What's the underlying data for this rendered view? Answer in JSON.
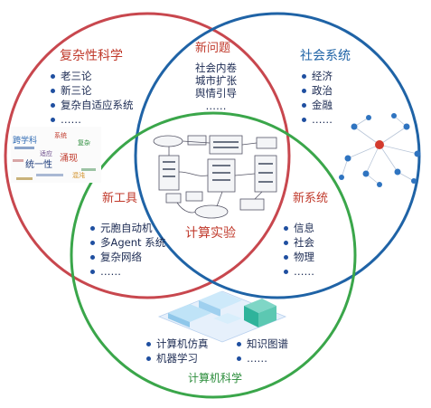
{
  "circles": {
    "complexity": {
      "title": "复杂性科学",
      "items": [
        "老三论",
        "新三论",
        "复杂自适应系统",
        "……"
      ],
      "color": "#c0392b"
    },
    "social": {
      "title": "社会系统",
      "items": [
        "经济",
        "政治",
        "金融",
        "……"
      ],
      "color": "#1f63a6"
    },
    "computer": {
      "title": "计算机科学",
      "items_col1": [
        "计算机仿真",
        "机器学习"
      ],
      "items_col2": [
        "知识图谱",
        "……"
      ],
      "color": "#2a8c3a"
    }
  },
  "overlaps": {
    "new_problems": {
      "title": "新问题",
      "items": [
        "社会内卷",
        "城市扩张",
        "舆情引导",
        "……"
      ]
    },
    "new_tools": {
      "title": "新工具",
      "items": [
        "元胞自动机",
        "多Agent 系统",
        "复杂网络",
        "……"
      ]
    },
    "new_systems": {
      "title": "新系统",
      "items": [
        "信息",
        "社会",
        "物理",
        "……"
      ]
    },
    "center": {
      "title": "计算实验"
    }
  },
  "wordcloud": {
    "words": [
      "跨学科",
      "涌现",
      "统一性",
      "复杂",
      "系统",
      "适应",
      "混沌"
    ]
  }
}
